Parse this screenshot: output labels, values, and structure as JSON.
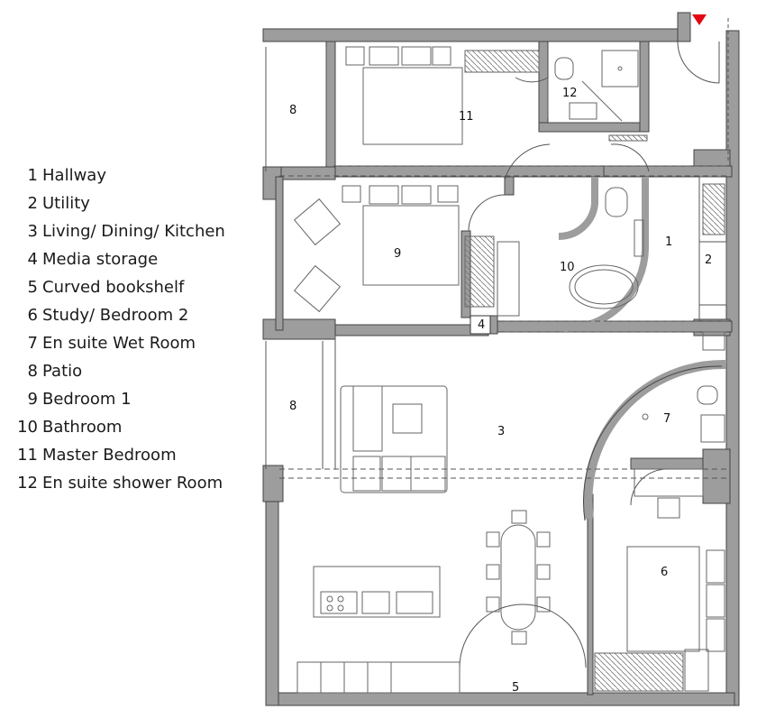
{
  "legend": [
    {
      "num": "1",
      "label": "Hallway"
    },
    {
      "num": "2",
      "label": "Utility"
    },
    {
      "num": "3",
      "label": "Living/ Dining/ Kitchen"
    },
    {
      "num": "4",
      "label": "Media storage"
    },
    {
      "num": "5",
      "label": "Curved bookshelf"
    },
    {
      "num": "6",
      "label": "Study/ Bedroom 2"
    },
    {
      "num": "7",
      "label": "En suite Wet Room"
    },
    {
      "num": "8",
      "label": "Patio"
    },
    {
      "num": "9",
      "label": "Bedroom 1"
    },
    {
      "num": "10",
      "label": "Bathroom"
    },
    {
      "num": "11",
      "label": "Master Bedroom"
    },
    {
      "num": "12",
      "label": "En suite shower Room"
    }
  ],
  "plan": {
    "room_labels": [
      "1",
      "2",
      "3",
      "4",
      "5",
      "6",
      "7",
      "8",
      "8",
      "9",
      "10",
      "11",
      "12"
    ],
    "entrance_color": "#e30613",
    "wall_color": "#9d9d9d",
    "line_color": "#555555"
  }
}
